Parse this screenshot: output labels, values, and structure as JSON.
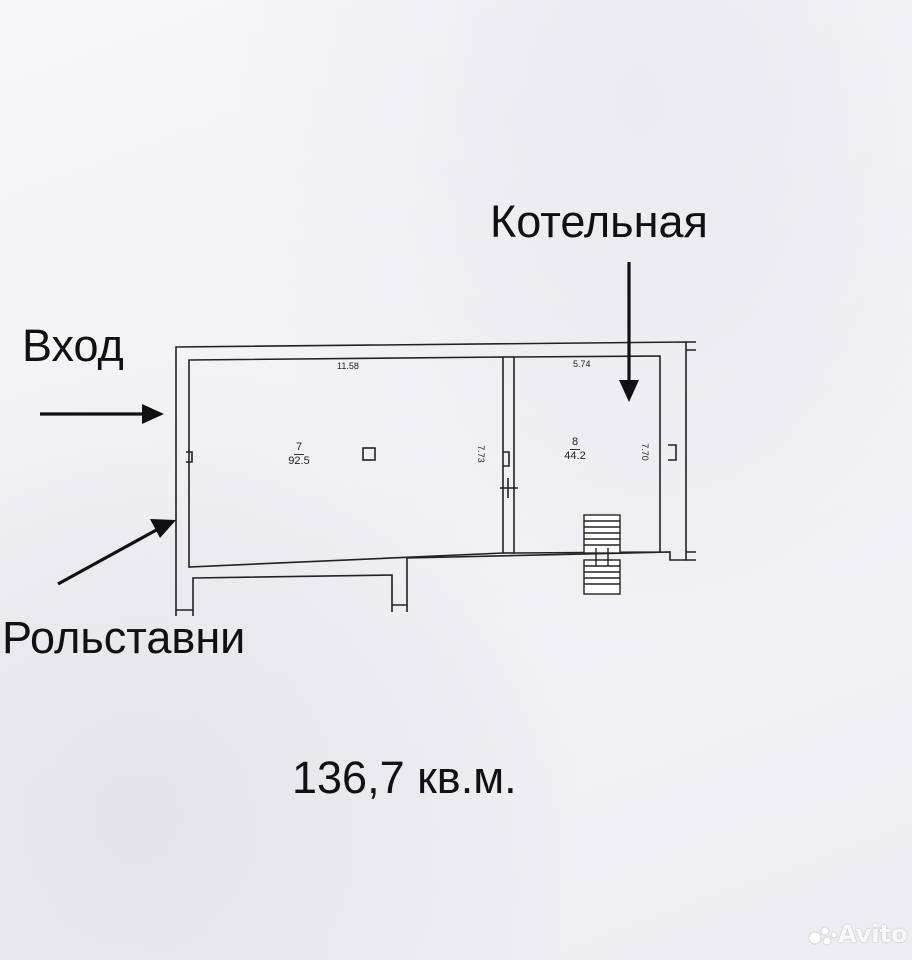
{
  "labels": {
    "boiler_room": "Котельная",
    "entrance": "Вход",
    "roller_shutters": "Рольставни",
    "total_area": "136,7 кв.м."
  },
  "plan": {
    "room7": {
      "number": "7",
      "area": "92.5",
      "width_dim": "11.58",
      "depth_dim": "7.73"
    },
    "room8": {
      "number": "8",
      "area": "44.2",
      "width_dim": "5.74",
      "depth_dim": "7.70"
    }
  },
  "watermark": {
    "brand": "Avito"
  }
}
